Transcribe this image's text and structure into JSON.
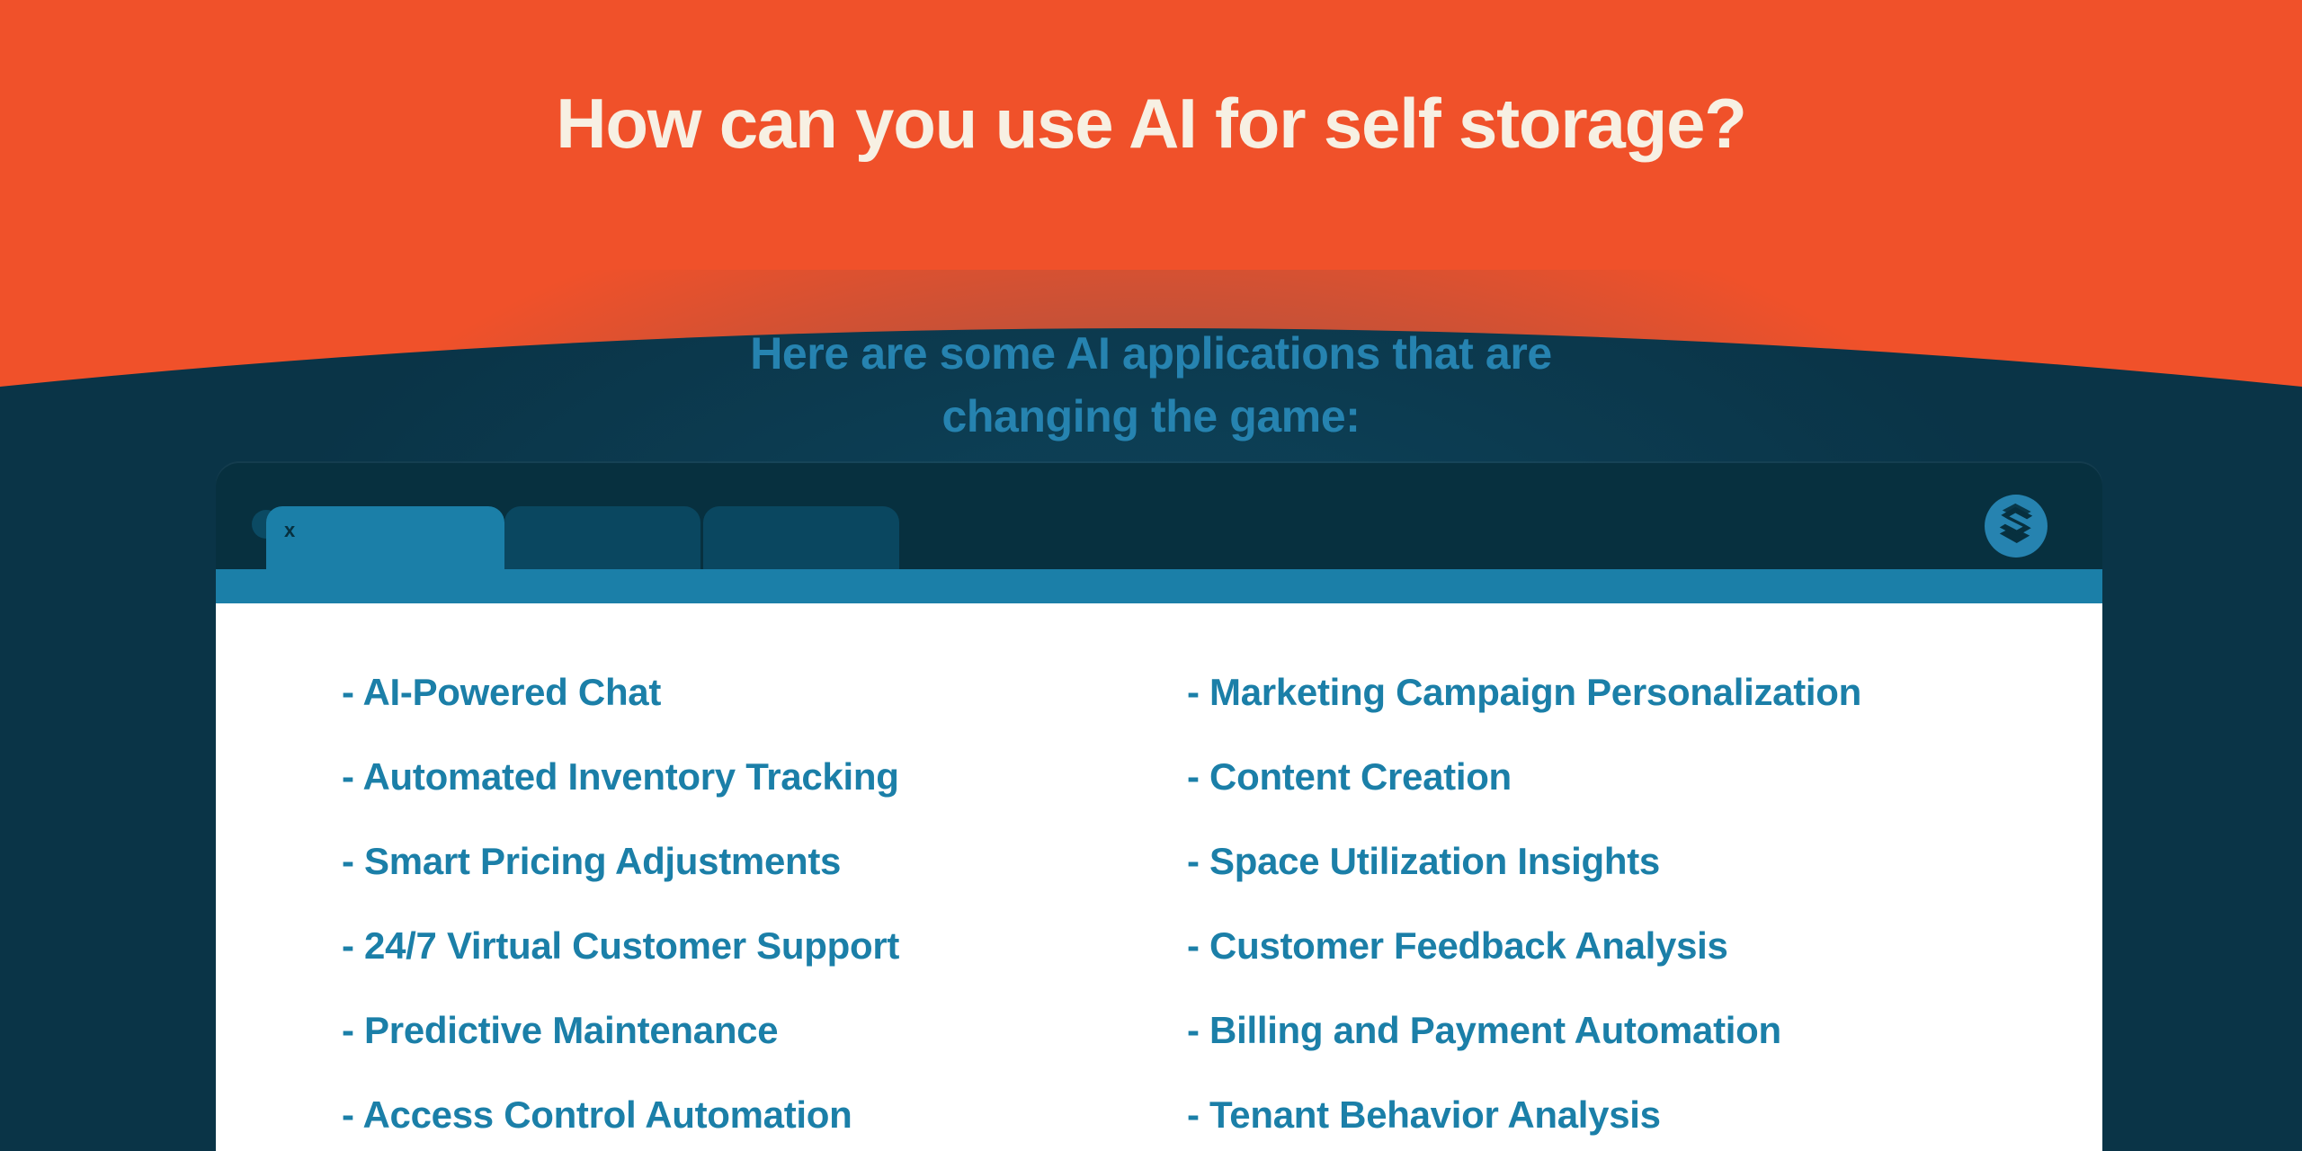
{
  "header": {
    "title": "How can you use AI for self storage?",
    "background_color": "#F0512A",
    "title_color": "#F7F0E3"
  },
  "subtitle": {
    "text": "Here are some AI applications that are changing the game:",
    "line1": "Here are some AI applications that are",
    "line2": "changing the game:",
    "color": "#2683B0"
  },
  "background": {
    "color": "#0A3447"
  },
  "browser_window": {
    "chrome_color": "#07303F",
    "toolbar_color": "#1B7FA8",
    "content_background": "#FFFFFF",
    "traffic_lights": [
      {
        "name": "window-dot-close",
        "color": "#0B4A63"
      },
      {
        "name": "window-dot-minimize",
        "color": "#0B4A63"
      },
      {
        "name": "window-dot-maximize",
        "color": "#0B4A63"
      }
    ],
    "tabs": [
      {
        "label": "",
        "close_label": "x",
        "active": true
      },
      {
        "label": "",
        "close_label": "",
        "active": false
      },
      {
        "label": "",
        "close_label": "",
        "active": false
      }
    ],
    "logo": {
      "icon": "s-monogram-logo-icon",
      "color": "#2683B0"
    }
  },
  "list": {
    "accent_color": "#1B7FA8",
    "left_column": [
      "- AI-Powered Chat",
      "- Automated Inventory Tracking",
      "- Smart Pricing Adjustments",
      "- 24/7 Virtual Customer Support",
      "- Predictive Maintenance",
      "- Access Control Automation"
    ],
    "right_column": [
      "- Marketing Campaign Personalization",
      "- Content Creation",
      "- Space Utilization Insights",
      "- Customer Feedback Analysis",
      "- Billing and Payment Automation",
      "- Tenant Behavior Analysis"
    ]
  }
}
